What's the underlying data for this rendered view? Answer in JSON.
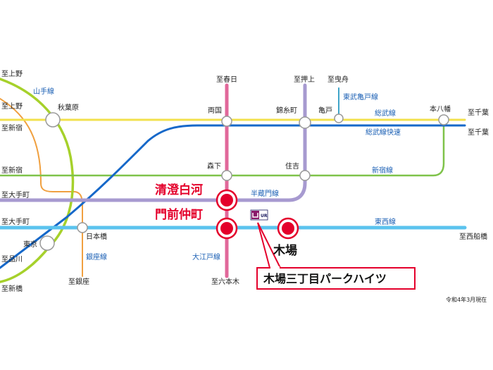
{
  "colors": {
    "yamanote": "#a6d12b",
    "sobu": "#f2e14c",
    "sobu_rapid": "#1668c9",
    "shinjuku": "#7fc34a",
    "hanzomon": "#a79ad0",
    "tozai": "#5bc3ee",
    "oedo": "#e1689a",
    "ginza": "#f0a040",
    "tobu_kameido": "#3fa5c9",
    "highlight": "#e4002b"
  },
  "terminals": {
    "ueno_1": "至上野",
    "ueno_2": "至上野",
    "shinjuku_1": "至新宿",
    "shinjuku_2": "至新宿",
    "otemachi_1": "至大手町",
    "otemachi_2": "至大手町",
    "shinagawa": "至品川",
    "shimbashi": "至新橋",
    "ginza": "至銀座",
    "kasugacho": "至春日",
    "oshiage": "至押上",
    "hikifune": "至曳舟",
    "chiba_1": "至千葉",
    "chiba_2": "至千葉",
    "nishifunabashi": "至西船橋",
    "roppongi": "至六本木"
  },
  "stations": {
    "akihabara": "秋葉原",
    "tokyo": "東京",
    "nihombashi": "日本橋",
    "ryogoku": "両国",
    "kinshicho": "錦糸町",
    "kameido": "亀戸",
    "motoyawata": "本八幡",
    "morishita": "森下",
    "sumiyoshi": "住吉"
  },
  "highlighted_stations": {
    "kiyosumi": "清澄白河",
    "monzen": "門前仲町",
    "kiba": "木場"
  },
  "lines": {
    "yamanote": "山手線",
    "tobu_kameido": "東武亀戸線",
    "sobu": "総武線",
    "sobu_rapid": "総武線快速",
    "shinjuku": "新宿線",
    "hanzomon": "半蔵門線",
    "tozai": "東西線",
    "ginza": "銀座線",
    "oedo": "大江戸線"
  },
  "property": {
    "name": "木場三丁目パークハイツ",
    "logo_text": "UR"
  },
  "as_of": "令和4年3月現在"
}
